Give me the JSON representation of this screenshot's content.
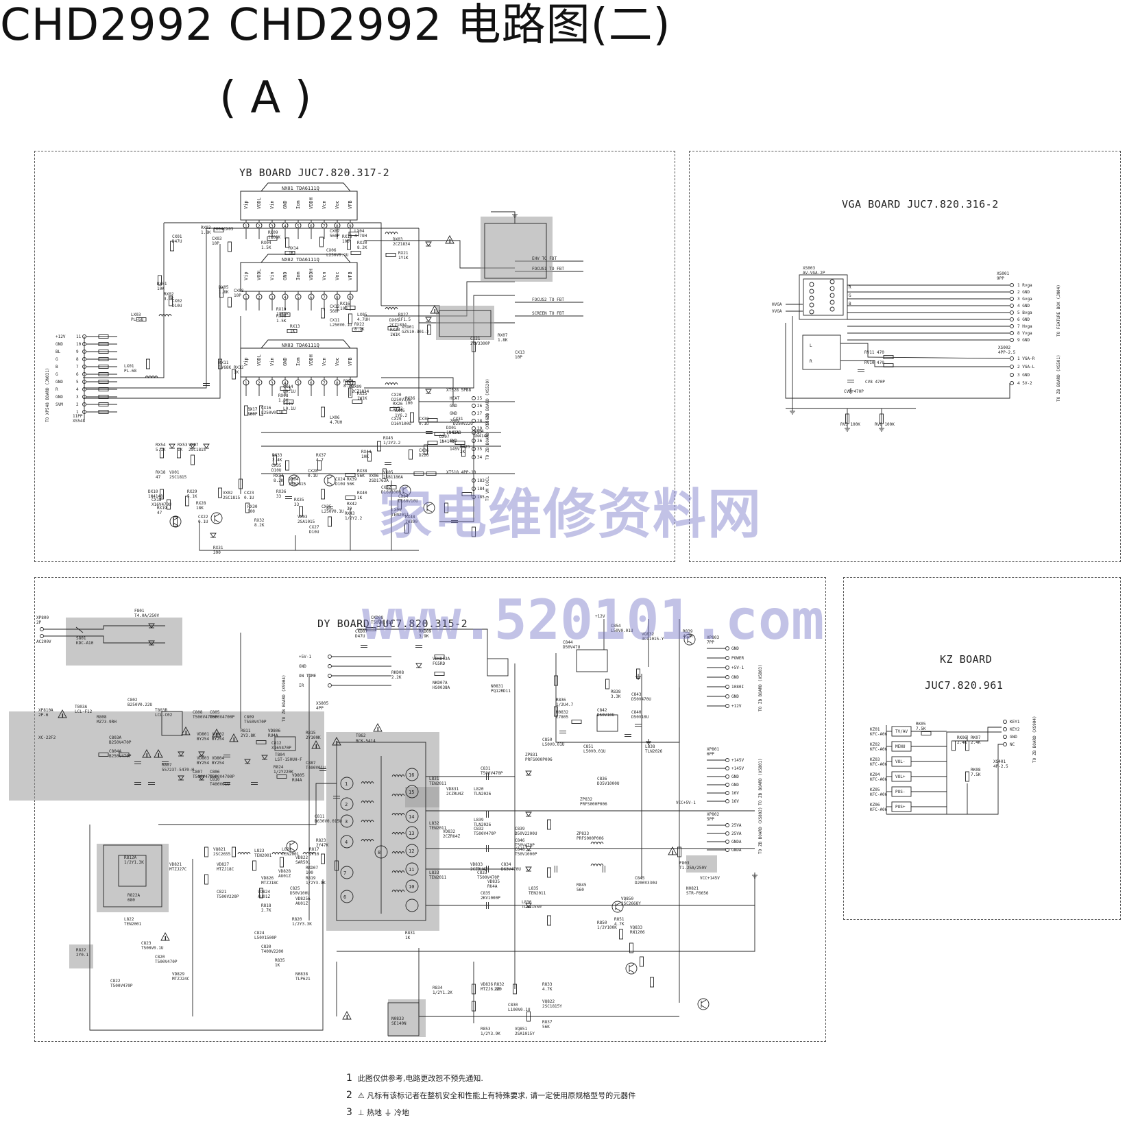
{
  "title": {
    "main": "CHD2992 CHD2992 电路图(二)",
    "sub": "( A )"
  },
  "boards": {
    "yb": {
      "title": "YB BOARD JUC7.820.317-2",
      "ics": [
        "NX01 TDA6111Q",
        "NX02 TDA6111Q",
        "NX03 TDA6111Q"
      ],
      "ic_pins": [
        "Vip",
        "VODL",
        "Vin",
        "GND",
        "Iom",
        "VDDH",
        "Vcn",
        "Voc",
        "VFB"
      ],
      "ic_pin_numbers": [
        "1",
        "2",
        "3",
        "4",
        "5",
        "6",
        "7",
        "8",
        "9"
      ],
      "connector_xs548": {
        "name": "11PP XS548",
        "to": "TO XP548 BOARD (JN031)",
        "pins": [
          "+12V",
          "GND",
          "BL",
          "G",
          "B",
          "G",
          "GND",
          "R",
          "GND",
          "SVM"
        ],
        "numbers": [
          "11",
          "10",
          "9",
          "8",
          "7",
          "6",
          "5",
          "4",
          "3",
          "2",
          "1"
        ]
      },
      "connector_xt528": {
        "name": "XT528 5PB8",
        "pins": [
          "HEAT",
          "GND",
          "GND",
          "200V"
        ],
        "numbers": [
          "25",
          "26",
          "27",
          "28",
          "29"
        ],
        "to": "TO ZB BOARD (XS520)"
      },
      "connector_xt518": {
        "name": "XT518 4PP-10",
        "pins": [
          "+16V",
          "GND",
          "145V"
        ],
        "numbers": [
          "37",
          "36",
          "35",
          "34"
        ],
        "to": "TO ZB BOARD (XS560)"
      },
      "connector_xt508": {
        "name": "XT508 3PP",
        "numbers": [
          "183",
          "184",
          "185"
        ],
        "to": "TO VM COIL"
      },
      "fbt_lines": [
        "EHV TO FBT",
        "FOCUS1 TO FBT",
        "FOCUS2 TO FBT",
        "SCREEN TO FBT"
      ],
      "components": [
        "RX03 1.8K",
        "CX04",
        "CX05",
        "CX03 10P",
        "RX04 1.5K",
        "RX09 1Y68K",
        "RX14 1K",
        "CX06 L250V0.1U",
        "CX07 560P",
        "RX15 100",
        "LX04 4.7UH",
        "RX20 8.2K",
        "DX03 2CZ1834",
        "RX21 1Y1K",
        "CX01 D47U",
        "RX01 10K",
        "RX02 3.9K",
        "CX02 D10U",
        "LX03 PL-68",
        "LX01 PL-68",
        "RX05 1.8K",
        "CX08 10P",
        "RX06 1.5K",
        "RX10 1Y68K",
        "RX13 1K",
        "CX11 L250V0.1U",
        "CX12 560P",
        "RX16 100",
        "LX05 4.7UH",
        "RX22 8.2K",
        "DX05 2CZ1834",
        "RX23 1W1K",
        "RX27 1F1.5",
        "XS901 GZS10-301-2",
        "CX21 2kV3300P",
        "RX07 1.8K",
        "CX13 10P",
        "RX11 1Y68K",
        "RX12 1K",
        "RX08 1.5K",
        "CX14 L0.1U",
        "CX15 L0.1U",
        "CX16 L250V0.1U",
        "CX17 560P",
        "RX17 100",
        "LX06 4.7UH",
        "RX24 8.2K",
        "DX09 2CZ1834",
        "RX25 1W1K",
        "CX20 D250V33U",
        "RX26 1Y33",
        "RX36 100",
        "RX46 1Y6.2",
        "CX29 D16V100U",
        "CX30 0.1U",
        "CX31 D250V22U",
        "DX01 1N4148",
        "DX04 1N4148",
        "DX07 1N4148",
        "CX36 D22U",
        "RX25 2K",
        "RX54 5.1K",
        "RX53 1K",
        "VX07 2SC1815",
        "RX18 47",
        "VX01 2SC1815",
        "DX10 1N4148",
        "CX18 X16V470U",
        "RX19 47",
        "RX29 5.1K",
        "RX28 18K",
        "CX22 0.1U",
        "RX31 390",
        "VX02 2SC1815",
        "CX23 0.1U",
        "RX30 100",
        "RX32 8.2K",
        "RX33 2.4K",
        "CX35 D10U",
        "RX34 8.2K",
        "VX04 2SC1815",
        "RX36 33",
        "RX35 33",
        "VX03 2SA1015",
        "CX27 D10U",
        "CX28 0.1U",
        "RX37 4.7",
        "CX25 L250V0.1U",
        "CX24 D10U",
        "RX38 56K",
        "RX39 56K",
        "RX40 1K",
        "RX42 39",
        "RX43 1/2Y2.2",
        "RX44 10K",
        "RX45 1/2Y2.2",
        "VX05 2SB1186A",
        "VX06 2SD1763A",
        "CX32 D16V100U",
        "CX34 D160V10U",
        "LX01 TEN2011",
        "RX48 1W390"
      ]
    },
    "vga": {
      "title": "VGA BOARD JUC7.820.316-2",
      "xs003": "XS003 AV-VGA-2P",
      "xs001": "XS001 9PP",
      "xs001_pins": [
        "Rvga",
        "GND",
        "Gvga",
        "GND",
        "Bvga",
        "GND",
        "Hvga",
        "Vvga",
        "GND"
      ],
      "xs001_to": "TO FEATURE BOX (JN04)",
      "xs002": "XS002 4PP-2.5",
      "xs002_pins": [
        "1 VGA-R",
        "2 VGA-L",
        "3 GND",
        "4 5V-2"
      ],
      "xs002_to": "TO ZB BOARD (XS501)",
      "left_signals": [
        "HVGA",
        "VVGA"
      ],
      "rgb_lines": [
        "R",
        "G",
        "B"
      ],
      "audio": [
        "L",
        "R"
      ],
      "components": [
        "RV11 470",
        "RV10 470",
        "CV8 470P",
        "CV7 470P",
        "RV3 100K",
        "RV6 100K"
      ]
    },
    "dy": {
      "title": "DY BOARD JUC7.820.315-2",
      "xp800": {
        "name": "XP800 2P",
        "label": "AC200V"
      },
      "xs805": {
        "name": "XS805 4PP",
        "pins": [
          "+5V-1",
          "GND",
          "ON TIME",
          "IR"
        ],
        "to": "TO ZB BOARD (XS904)"
      },
      "xp803": {
        "name": "XP803 7PP",
        "pins": [
          "GND",
          "POWER",
          "+5V-1",
          "GND",
          "1080I",
          "GND",
          "+12V"
        ],
        "to": "TO ZB BOARD (XS803)"
      },
      "xp801": {
        "name": "XP801 6PP",
        "pins": [
          "+145V",
          "+145V",
          "GND",
          "GND",
          "16V",
          "16V"
        ],
        "to": "TO ZB BOARD (XS801)"
      },
      "xp802": {
        "name": "XP802 5PP",
        "pins": [
          "25VA",
          "25VA",
          "GNDA",
          "GNDA"
        ],
        "to": "TO ZB BOARD (XS802)"
      },
      "transformer": "T862 BCK-5414",
      "transformer_pins": [
        "1",
        "2",
        "3",
        "4",
        "16",
        "15",
        "14",
        "13",
        "12",
        "11",
        "10",
        "8",
        "7",
        "6"
      ],
      "labels": [
        "VCC+5V-1",
        "VCC+145V",
        "+12V"
      ],
      "components": [
        "F801 T4.0A/250V",
        "S801 KDC-A10",
        "C802 B250V0.22U",
        "T803B LCL-C02",
        "T803A LCL-F12",
        "R808 MZ73-9RH",
        "C803A B250V470P",
        "C804A B250V470P",
        "XP810A 2P-6",
        "XC-22F2",
        "C808 T500V4700P",
        "C805 T500V4700P",
        "VD801 BY254",
        "VD802 BY254",
        "VD803 BY254",
        "VD804 BY254",
        "C807 T500V4700P",
        "C806 T500V4700P",
        "R807 557237-5470-H",
        "R811 2Y3.8K",
        "C809 T5S0V470P",
        "VD806 RU4A",
        "C812 X16V470P",
        "T804 LST-150UH-F",
        "R824 1/2Y220K",
        "R815 2Y100K",
        "C810 T400V01U",
        "C887 T400V01U",
        "VD805 RU4A",
        "C811 B630V0.015U",
        "R823 2Y47K",
        "VD822 SAR501",
        "RKD07 100",
        "CKD08 T50V0.01U",
        "CKD07 D47U",
        "RKD09 3.9K",
        "VDKD03A FG5RD",
        "RKD08 2.2K",
        "NKD07A HS0038A",
        "N0831 PQ12RD11",
        "C844 D50V47U",
        "C854 L50V0.01U",
        "VQ832 3C91015-Y",
        "R839 4.7K",
        "R838 3.3K",
        "C843 D50V470U",
        "R836 1/2U4.7",
        "N0832 L7805",
        "C842 D50V10U",
        "C840 D50V10U",
        "C850 L50V0.01U",
        "C851 L50V0.01U",
        "L838 TLN2026",
        "ZP831 PRFS000P006",
        "L831 TEN2011",
        "VD831 2CZRU4Z",
        "C831 T500V470P",
        "L820 TLN2026",
        "C836 D35V1000U",
        "ZP832 PRFS000P006",
        "L832 TEN2011",
        "VD832 2CZRU4Z",
        "C832 T500V470P",
        "L839 TLN2026",
        "C839 D50V2200U",
        "C846 T50V470P",
        "C848 T50V1000P",
        "ZP833 PRFS000P006",
        "L833 TEN2011",
        "VD833 2CZRU4Z",
        "C833 T500V470P",
        "C834 D63V470U",
        "L835 TEN2011",
        "VD835 RU4A",
        "C835 2KV1000P",
        "L836 TLN31550",
        "C845 D200V330U",
        "R845 560",
        "F803 T1.25A/250V",
        "N0821 STR-F6656",
        "R812A 1/2Y1.3K",
        "VD821 MTZJ27C",
        "R822A 680",
        "L822 TEN2001",
        "R822 2Y0.1",
        "C823 T500V0.1U",
        "C822 T500V470P",
        "C820 T500V470P",
        "VD829 MTZJ24C",
        "VQ821 2SC2655",
        "L823 TEN2001",
        "VD828 AU01Z",
        "L821 TEN2001",
        "R817 2Y10",
        "R819 1/2Y3.9K",
        "VD827 MTZJ18C",
        "C821 T500V220P",
        "VD824 AU01Z",
        "VD826 MTZJ18C",
        "C825 D50V100U",
        "VD825A AU01Z",
        "R818 2.7K",
        "R820 1/2Y3.3K",
        "C824 L50V1500P",
        "C830 T400V2200",
        "R835 1K",
        "N0838 TLP621",
        "R831 1K",
        "R834 1/2Y1.2K",
        "N0833 SE140N",
        "VD836 MTZJ6.8B",
        "R832 220",
        "C830 L100V0.1U",
        "VQ822 2SC1815Y",
        "R833 4.7K",
        "R853 1/2Y3.9K",
        "VQ851 2SA1015Y",
        "R837 56K",
        "R850 1/2Y100K",
        "R851 4.7K",
        "VQ850 2SC2668Y",
        "VQ833 RN1206"
      ]
    },
    "kz": {
      "title": "KZ BOARD",
      "subtitle": "JUC7.820.961",
      "switches": [
        {
          "name": "KZ01",
          "type": "KFC-A06",
          "func": "TV/AV"
        },
        {
          "name": "KZ02",
          "type": "KFC-A06",
          "func": "MENU"
        },
        {
          "name": "KZ03",
          "type": "KFC-A06",
          "func": "VOL-"
        },
        {
          "name": "KZ04",
          "type": "KFC-A06",
          "func": "VOL+"
        },
        {
          "name": "KZ05",
          "type": "KFC-A06",
          "func": "POS-"
        },
        {
          "name": "KZ06",
          "type": "KFC-A06",
          "func": "POS+"
        }
      ],
      "components": [
        "RK05 7.5K",
        "RK06 2.4K",
        "RK07 2.4K",
        "RK08 7.5K"
      ],
      "xs401": "XS401 4P-2.5",
      "xs401_pins": [
        "KEY1",
        "KEY2",
        "GND",
        "NC"
      ],
      "xs401_to": "TO ZB BOARD (XS904)"
    }
  },
  "watermarks": [
    "家电维修资料网",
    "www.520101.com"
  ],
  "notes": [
    {
      "num": "1",
      "text": "此图仅供参考,电路更改恕不预先通知."
    },
    {
      "num": "2",
      "text": "⚠ 凡标有该标记者在整机安全和性能上有特殊要求, 请一定使用原规格型号的元器件"
    },
    {
      "num": "3",
      "text": "⊥  热地    ⏚  冷地"
    }
  ]
}
